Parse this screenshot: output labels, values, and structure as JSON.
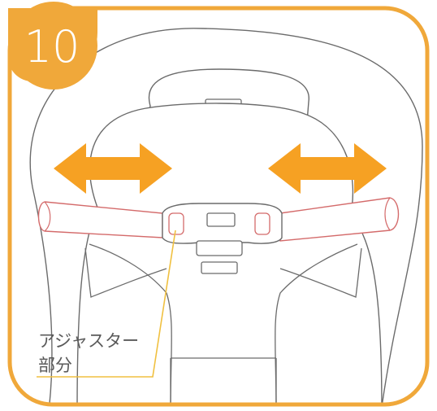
{
  "step_badge": {
    "number": "10"
  },
  "callout": {
    "line1": "アジャスター",
    "line2": "部分"
  },
  "colors": {
    "frame_border": "#f0a83a",
    "badge_fill": "#f0a83a",
    "arrow_fill": "#f6a123",
    "outline": "#6b6b6b",
    "strap_outline": "#d46b6b",
    "leader_line": "#f0c040",
    "text": "#5a5a5a"
  },
  "icons": {
    "arrows": "double-headed-horizontal-arrow",
    "illustration": "child-seat-harness-chest-clip"
  }
}
